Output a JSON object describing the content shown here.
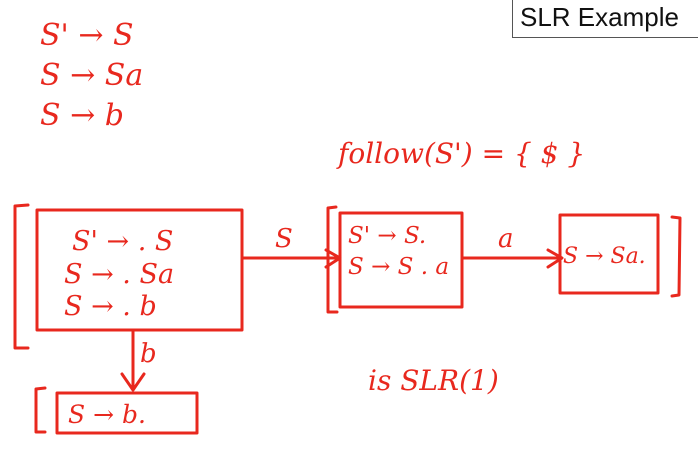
{
  "title": "SLR Example",
  "grammar": [
    "S' → S",
    "S → Sa",
    "S → b"
  ],
  "follow": "follow(S') = { $ }",
  "states": {
    "i0": [
      "S' → . S",
      "S → . Sa",
      "S → . b"
    ],
    "i1": [
      "S' → S.",
      "S → S . a"
    ],
    "i2": [
      "S → Sa."
    ],
    "i3": [
      "S → b."
    ]
  },
  "transitions": {
    "i0_i1": "S",
    "i1_i2": "a",
    "i0_i3": "b"
  },
  "conclusion": "is SLR(1)",
  "colors": {
    "ink": "#e8281e",
    "text": "#111111"
  }
}
